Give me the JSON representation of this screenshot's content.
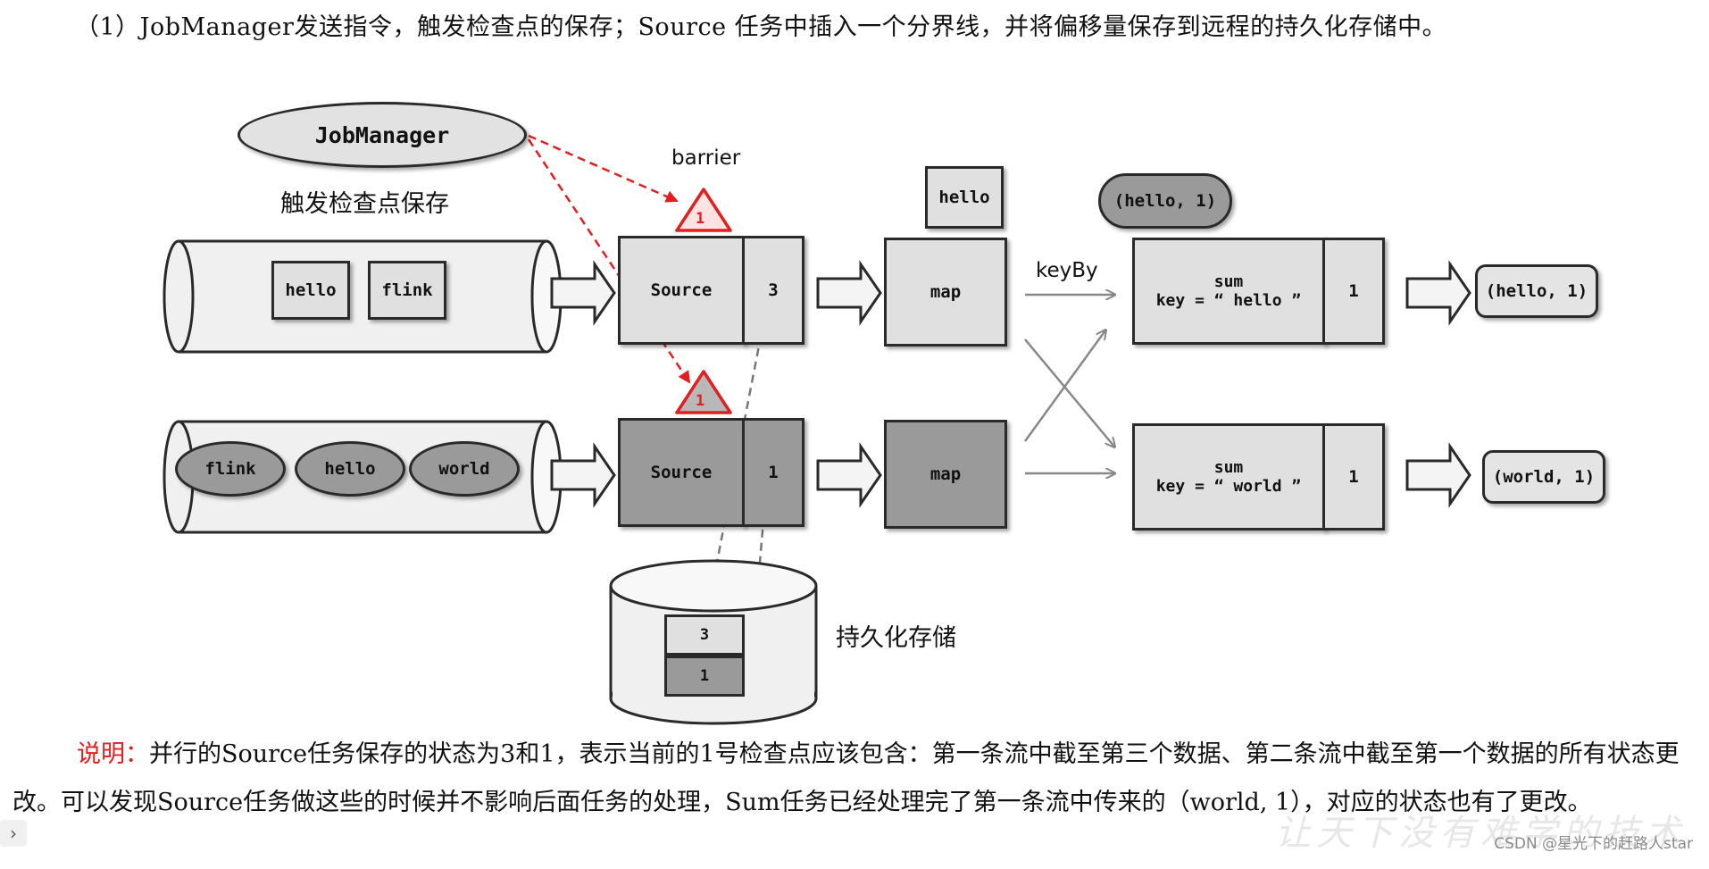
{
  "heading": "（1）JobManager发送指令，触发检查点的保存；Source 任务中插入一个分界线，并将偏移量保存到远程的持久化存储中。",
  "diagram": {
    "jobmanager": "JobManager",
    "trigger_label": "触发检查点保存",
    "barrier_label": "barrier",
    "barrier_value": "1",
    "stream1_items": [
      "hello",
      "flink"
    ],
    "stream2_items": [
      "flink",
      "hello",
      "world"
    ],
    "source_label": "Source",
    "source1_offset": "3",
    "source2_offset": "1",
    "in_flight_item": "hello",
    "map_label": "map",
    "keyby_label": "keyBy",
    "state_record": "(hello, 1)",
    "sum1_line1": "sum",
    "sum1_line2": "key = “ hello ”",
    "sum1_count": "1",
    "sum2_line1": "sum",
    "sum2_line2": "key = “ world ”",
    "sum2_count": "1",
    "output1": "(hello, 1)",
    "output2": "(world, 1)",
    "storage_values": [
      "3",
      "1"
    ],
    "storage_label": "持久化存储",
    "colors": {
      "barrier": "#e02020",
      "note_lead": "#e02020"
    }
  },
  "note": {
    "lead": "说明：",
    "text": "并行的Source任务保存的状态为3和1，表示当前的1号检查点应该包含：第一条流中截至第三个数据、第二条流中截至第一个数据的所有状态更改。可以发现Source任务做这些的时候并不影响后面任务的处理，Sum任务已经处理完了第一条流中传来的（world, 1），对应的状态也有了更改。"
  },
  "watermark": "CSDN @星光下的赶路人star",
  "watermark_art": "让天下没有难学的技术"
}
